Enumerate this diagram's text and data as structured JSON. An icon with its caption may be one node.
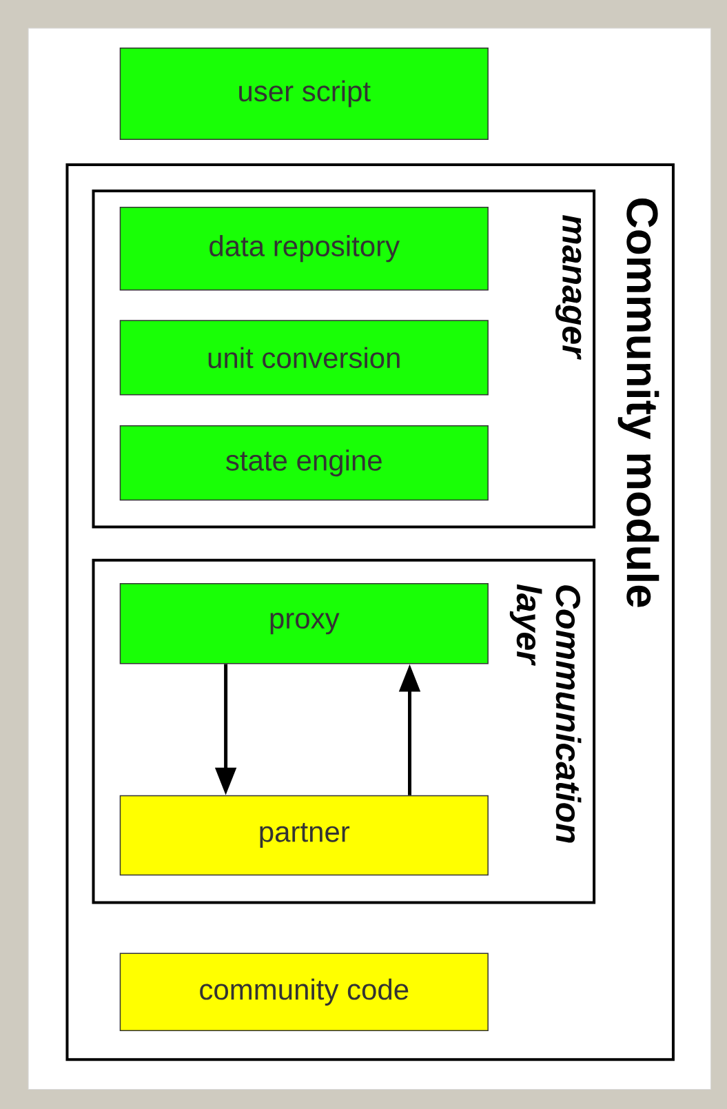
{
  "diagram": {
    "nodes": [
      {
        "text": [
          "user script"
        ]
      },
      {
        "text": [
          "Community module"
        ]
      },
      {
        "text": [
          "manager"
        ],
        "in": 1
      },
      {
        "text": [
          "data repository"
        ],
        "in": 2
      },
      {
        "text": [
          "unit conversion"
        ],
        "in": 2
      },
      {
        "text": [
          "state engine"
        ],
        "in": 2
      },
      {
        "text": [
          "Communication layer"
        ],
        "in": 1
      },
      {
        "text": [
          "proxy"
        ],
        "in": 6
      },
      {
        "text": [
          "partner"
        ],
        "in": 6
      },
      {
        "text": [
          "community code"
        ],
        "in": 1
      }
    ],
    "edges": [
      {
        "from": 7,
        "to": 8,
        "arrow": "to"
      },
      {
        "from": 8,
        "to": 7,
        "arrow": "to"
      }
    ]
  }
}
